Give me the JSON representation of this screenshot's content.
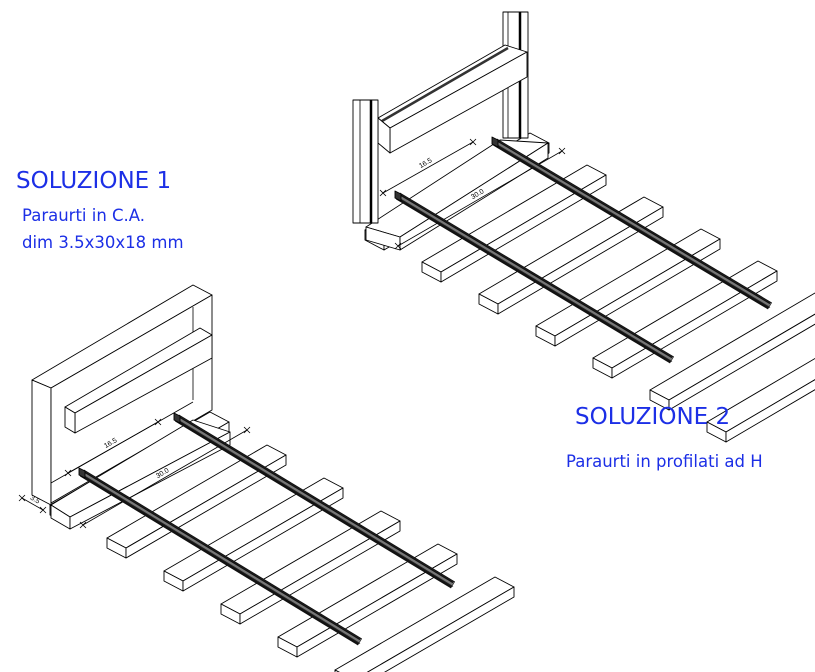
{
  "solution1": {
    "title": "SOLUZIONE 1",
    "line1": "Paraurti in C.A.",
    "line2": "dim 3.5x30x18 mm",
    "dim_gauge": "16.5",
    "dim_sleeper": "30.0",
    "dim_thickness": "3.5"
  },
  "solution2": {
    "title": "SOLUZIONE 2",
    "line1": "Paraurti in profilati ad H",
    "dim_gauge": "16.5",
    "dim_sleeper": "30.0"
  },
  "colors": {
    "text": "#1c2fe6",
    "line": "#000000",
    "rail": "#1a1a1a"
  }
}
